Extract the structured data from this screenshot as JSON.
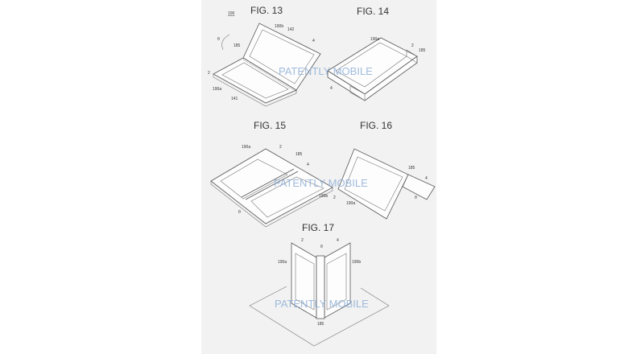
{
  "figures": {
    "fig13": {
      "title": "FIG. 13",
      "ref": "100",
      "labels": [
        "190b",
        "142",
        "4",
        "θ",
        "185",
        "2",
        "190a",
        "141"
      ]
    },
    "fig14": {
      "title": "FIG. 14",
      "labels": [
        "190a",
        "2",
        "185",
        "4"
      ]
    },
    "fig15": {
      "title": "FIG. 15",
      "labels": [
        "190a",
        "2",
        "185",
        "4",
        "190b",
        "θ"
      ]
    },
    "fig16": {
      "title": "FIG. 16",
      "labels": [
        "185",
        "4",
        "θ",
        "2",
        "190a"
      ]
    },
    "fig17": {
      "title": "FIG. 17",
      "labels": [
        "2",
        "θ",
        "4",
        "190a",
        "190b",
        "185"
      ]
    }
  },
  "watermark": "PATENTLY MOBILE"
}
